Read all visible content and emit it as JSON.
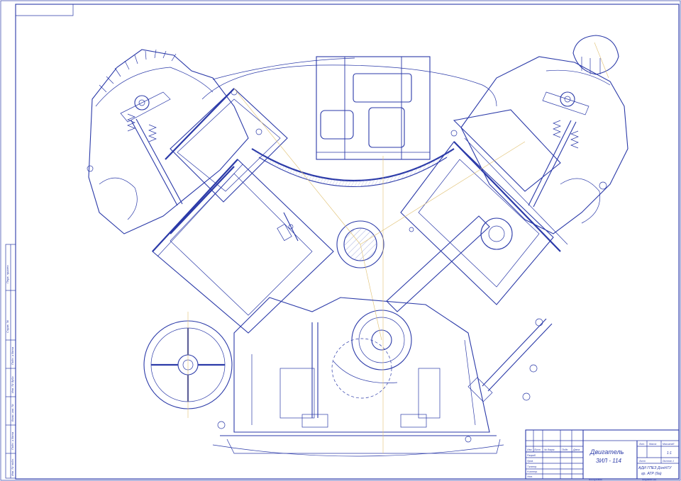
{
  "title_block": {
    "title_line1": "Двигатель",
    "title_line2": "ЗИЛ - 114",
    "col_headers": [
      "Изм",
      "Лист",
      "№ докум.",
      "Подп.",
      "Дата"
    ],
    "role_labels": [
      "Разраб.",
      "Пров.",
      "Т.контр.",
      "Н.контр.",
      "Утв."
    ],
    "right_headers": [
      "Лит.",
      "Масса",
      "Масштаб"
    ],
    "scale_value": "1:1",
    "sheet_label": "Лист",
    "sheets_label": "Листов",
    "sheets_value": "1",
    "org_line1": "АДИ ГПЕЗ ДонНТУ",
    "org_line2": "гр. АТР (9а)",
    "bottom_copy": "Копировал",
    "bottom_format": "Формат  А1"
  },
  "side_stamp": {
    "labels": [
      "Перв. примен.",
      "Справ. №",
      "Подп. и дата",
      "Инв. № дубл.",
      "Взам. инв. №",
      "Подп. и дата",
      "Инв. № подл."
    ]
  },
  "colors": {
    "ink": "#2b3aa8",
    "hatch": "#6a76c8",
    "construction": "#e0c070"
  }
}
